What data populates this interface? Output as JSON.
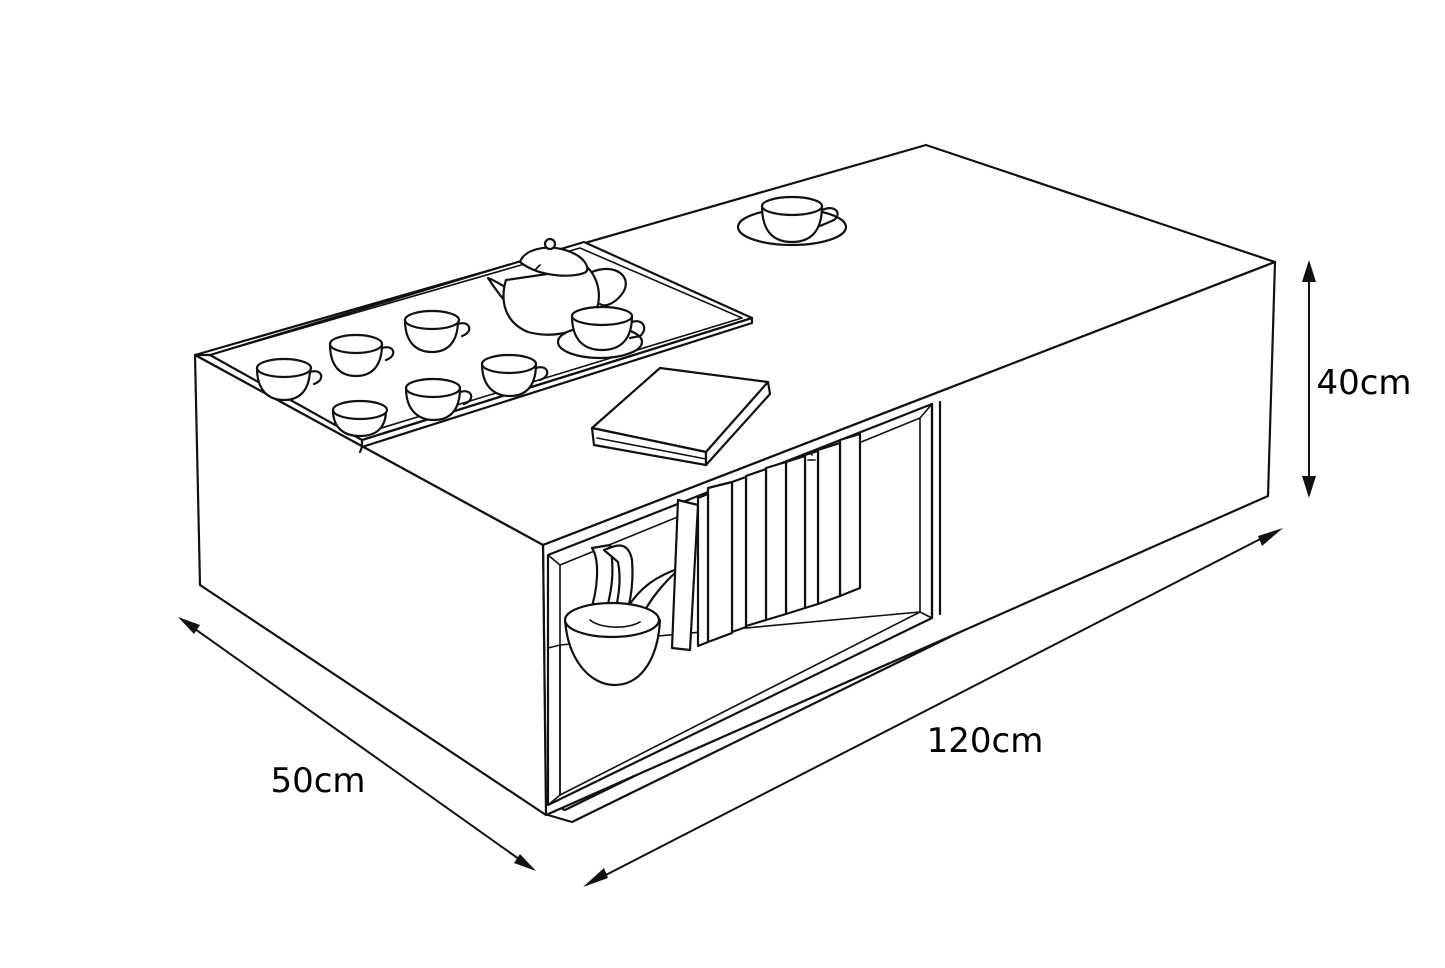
{
  "dimensions": {
    "length_label": "120cm",
    "depth_label": "50cm",
    "height_label": "40cm"
  },
  "colors": {
    "line": "#111111",
    "background": "#ffffff"
  },
  "icons": [
    "teapot-icon",
    "teacup-icon",
    "book-icon",
    "plant-pot-icon"
  ]
}
